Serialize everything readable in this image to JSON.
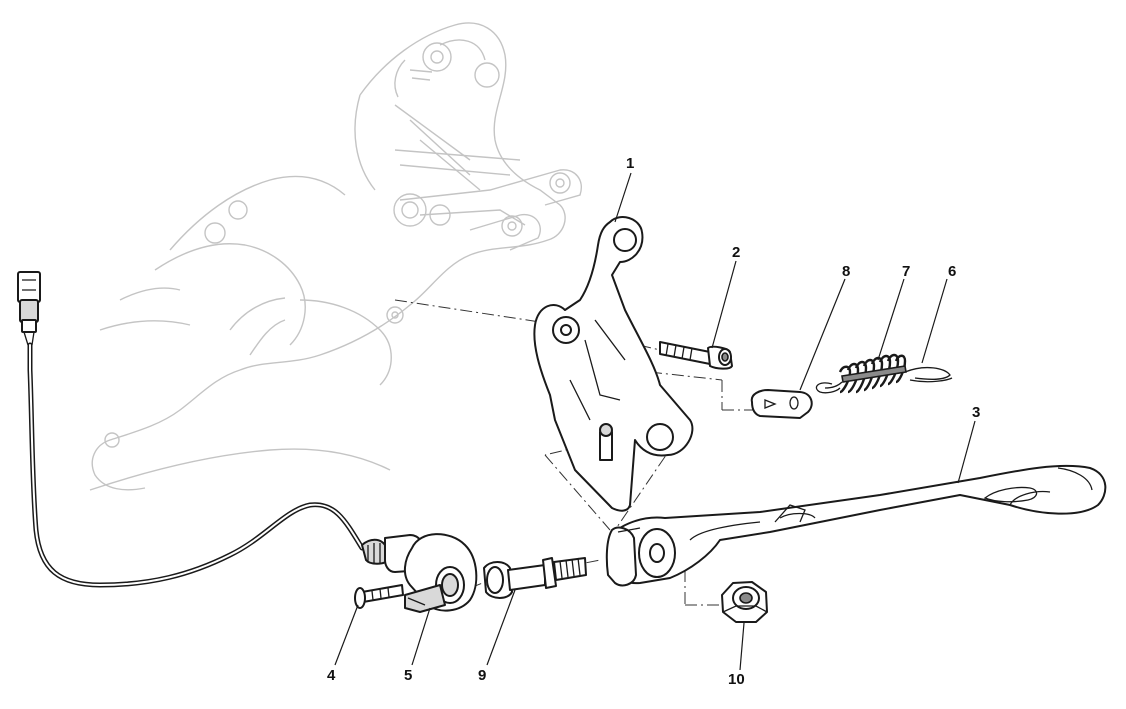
{
  "callouts": [
    {
      "id": "1",
      "label": "1",
      "part": "side-stand-bracket"
    },
    {
      "id": "2",
      "label": "2",
      "part": "bracket-screw"
    },
    {
      "id": "3",
      "label": "3",
      "part": "side-stand-leg"
    },
    {
      "id": "4",
      "label": "4",
      "part": "switch-screw"
    },
    {
      "id": "5",
      "label": "5",
      "part": "side-stand-switch"
    },
    {
      "id": "6",
      "label": "6",
      "part": "spring-outer"
    },
    {
      "id": "7",
      "label": "7",
      "part": "spring-inner"
    },
    {
      "id": "8",
      "label": "8",
      "part": "spring-plate"
    },
    {
      "id": "9",
      "label": "9",
      "part": "pivot-bolt"
    },
    {
      "id": "10",
      "label": "10",
      "part": "pivot-nut"
    }
  ],
  "colors": {
    "line": "#1a1a1a",
    "ghost": "#c4c4c4",
    "background": "#ffffff"
  }
}
